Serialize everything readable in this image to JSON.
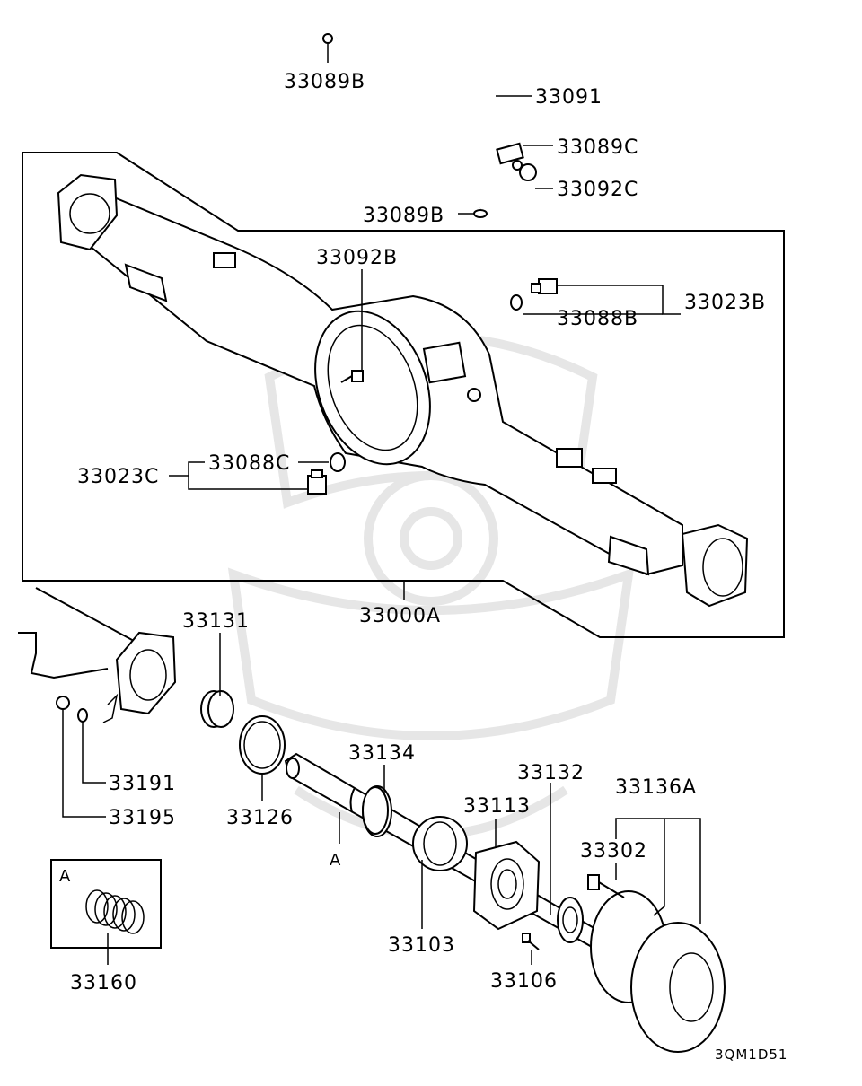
{
  "labels": {
    "p33089B_top": "33089B",
    "p33091": "33091",
    "p33089C": "33089C",
    "p33092C": "33092C",
    "p33089B_mid": "33089B",
    "p33092B": "33092B",
    "p33023B": "33023B",
    "p33088B": "33088B",
    "p33088C": "33088C",
    "p33023C": "33023C",
    "p33000A": "33000A",
    "p33131": "33131",
    "p33191": "33191",
    "p33195": "33195",
    "p33126": "33126",
    "p33134": "33134",
    "p33132": "33132",
    "p33136A": "33136A",
    "p33113": "33113",
    "p33302": "33302",
    "p33103": "33103",
    "p33106": "33106",
    "p33160": "33160",
    "ref_A_shaft": "A",
    "ref_A_box": "A"
  },
  "diagram_code": "3QM1D51"
}
